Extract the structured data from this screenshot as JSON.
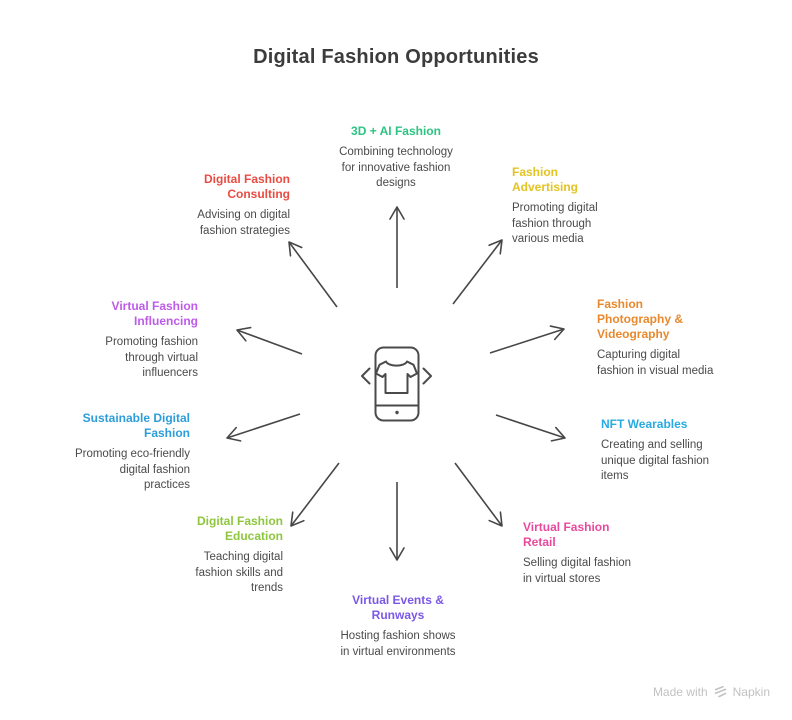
{
  "title": "Digital Fashion Opportunities",
  "center": {
    "icon": "smartphone-tshirt-code-icon"
  },
  "items": [
    {
      "id": "3d-ai-fashion",
      "title": "3D + AI Fashion",
      "description": "Combining technology\nfor innovative fashion\ndesigns",
      "color": "#2cc482"
    },
    {
      "id": "fashion-advertising",
      "title": "Fashion\nAdvertising",
      "description": "Promoting digital\nfashion through\nvarious media",
      "color": "#e3c321"
    },
    {
      "id": "fashion-photography-videography",
      "title": "Fashion\nPhotography &\nVideography",
      "description": "Capturing digital\nfashion in visual media",
      "color": "#e8892d"
    },
    {
      "id": "nft-wearables",
      "title": "NFT Wearables",
      "description": "Creating and selling\nunique digital fashion\nitems",
      "color": "#29abe2"
    },
    {
      "id": "virtual-fashion-retail",
      "title": "Virtual Fashion\nRetail",
      "description": "Selling digital fashion\nin virtual stores",
      "color": "#e9499d"
    },
    {
      "id": "virtual-events-runways",
      "title": "Virtual Events &\nRunways",
      "description": "Hosting fashion shows\nin virtual environments",
      "color": "#7a58e6"
    },
    {
      "id": "digital-fashion-education",
      "title": "Digital Fashion\nEducation",
      "description": "Teaching digital\nfashion skills and\ntrends",
      "color": "#8fc640"
    },
    {
      "id": "sustainable-digital-fashion",
      "title": "Sustainable Digital\nFashion",
      "description": "Promoting eco-friendly\ndigital fashion\npractices",
      "color": "#2d9dd9"
    },
    {
      "id": "virtual-fashion-influencing",
      "title": "Virtual Fashion\nInfluencing",
      "description": "Promoting fashion\nthrough virtual\ninfluencers",
      "color": "#be5be8"
    },
    {
      "id": "digital-fashion-consulting",
      "title": "Digital Fashion\nConsulting",
      "description": "Advising on digital\nfashion strategies",
      "color": "#e94b42"
    }
  ],
  "footer": {
    "label": "Made with",
    "brand": "Napkin"
  }
}
